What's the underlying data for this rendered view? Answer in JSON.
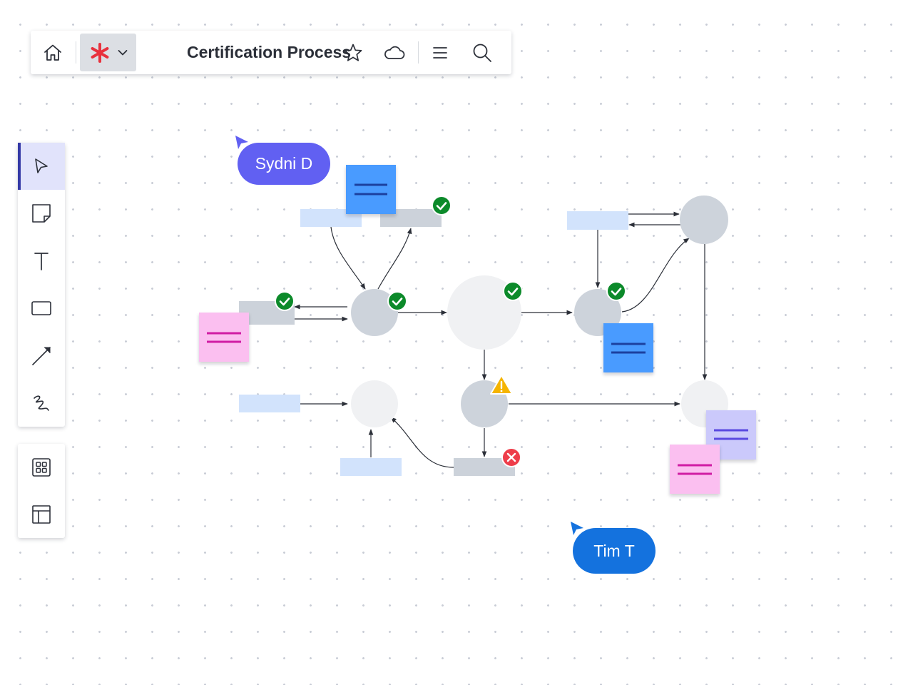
{
  "document": {
    "title": "Certification Process"
  },
  "topbar": {
    "home_icon": "home-icon",
    "logo_icon": "asterisk-logo-icon",
    "dropdown_icon": "chevron-down-icon",
    "star_icon": "star-icon",
    "cloud_icon": "cloud-icon",
    "menu_icon": "hamburger-menu-icon",
    "search_icon": "search-icon"
  },
  "toolbar": {
    "tools": [
      {
        "name": "select-tool",
        "icon": "pointer-icon",
        "active": true
      },
      {
        "name": "sticky-note-tool",
        "icon": "sticky-note-icon"
      },
      {
        "name": "text-tool",
        "icon": "text-icon"
      },
      {
        "name": "shape-tool",
        "icon": "rectangle-icon"
      },
      {
        "name": "line-tool",
        "icon": "arrow-icon"
      },
      {
        "name": "draw-tool",
        "icon": "freehand-icon"
      }
    ],
    "secondary_tools": [
      {
        "name": "templates-tool",
        "icon": "grid-icon"
      },
      {
        "name": "layout-tool",
        "icon": "layout-icon"
      }
    ]
  },
  "collaborators": [
    {
      "name": "Sydni D",
      "color": "#6160f2"
    },
    {
      "name": "Tim T",
      "color": "#1472de"
    }
  ],
  "colors": {
    "accent_active": "#3338a6",
    "status_ok": "#0c8a2a",
    "status_warning": "#f5b400",
    "status_error": "#ee3d4a",
    "note_blue": "#4a9bff",
    "note_pink": "#fbbff0",
    "note_lavender": "#cbc9fb",
    "node_gray": "#cdd3db",
    "node_light": "#f0f1f3",
    "label_blue": "#d2e3fc",
    "label_gray": "#ccd2da"
  }
}
